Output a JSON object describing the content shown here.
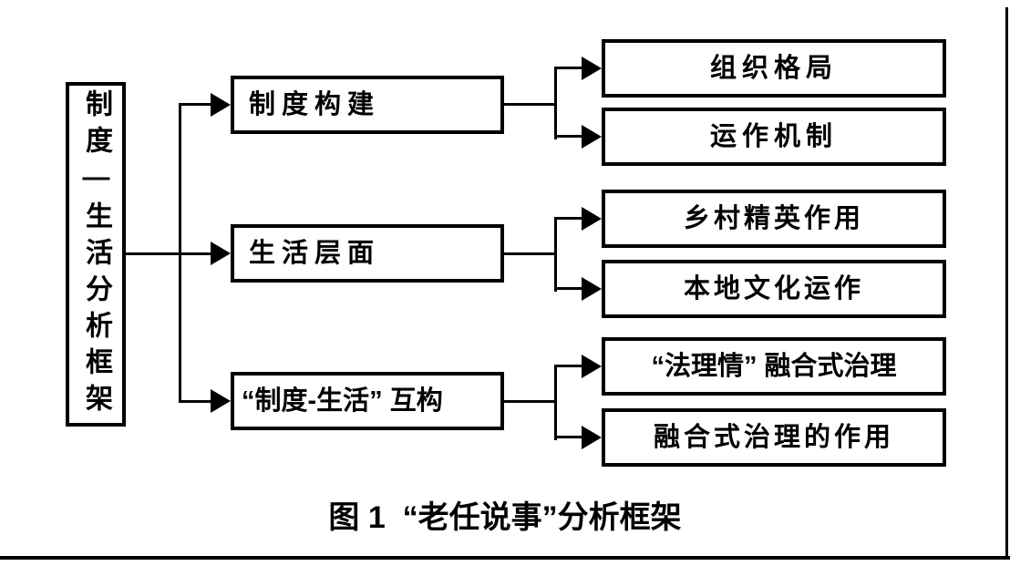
{
  "colors": {
    "background": "#ffffff",
    "line": "#000000",
    "text": "#000000"
  },
  "diagram": {
    "root": {
      "label": "制度—生活分析框架"
    },
    "branches": [
      {
        "label": "制度构建",
        "children": [
          {
            "label": "组织格局"
          },
          {
            "label": "运作机制"
          }
        ]
      },
      {
        "label": "生活层面",
        "children": [
          {
            "label": "乡村精英作用"
          },
          {
            "label": "本地文化运作"
          }
        ]
      },
      {
        "label": "“制度-生活” 互构",
        "children": [
          {
            "label": "“法理情” 融合式治理"
          },
          {
            "label": "融合式治理的作用"
          }
        ]
      }
    ]
  },
  "caption": {
    "text": "图 1  “老任说事”分析框架"
  }
}
